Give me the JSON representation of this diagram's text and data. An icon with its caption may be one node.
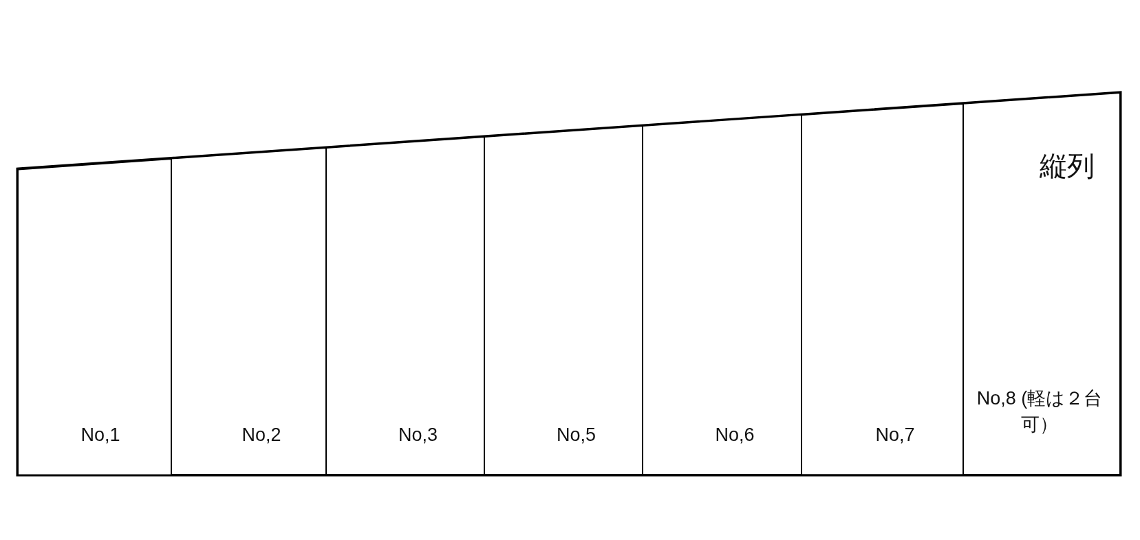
{
  "diagram": {
    "nodes": [
      {
        "text": [
          "No,1"
        ]
      },
      {
        "text": [
          "No,2"
        ]
      },
      {
        "text": [
          "No,3"
        ]
      },
      {
        "text": [
          "No,5"
        ]
      },
      {
        "text": [
          "No,6"
        ]
      },
      {
        "text": [
          "No,7"
        ]
      },
      {
        "text": [
          "縦列",
          "No,8 (軽は２台可）"
        ]
      }
    ]
  }
}
